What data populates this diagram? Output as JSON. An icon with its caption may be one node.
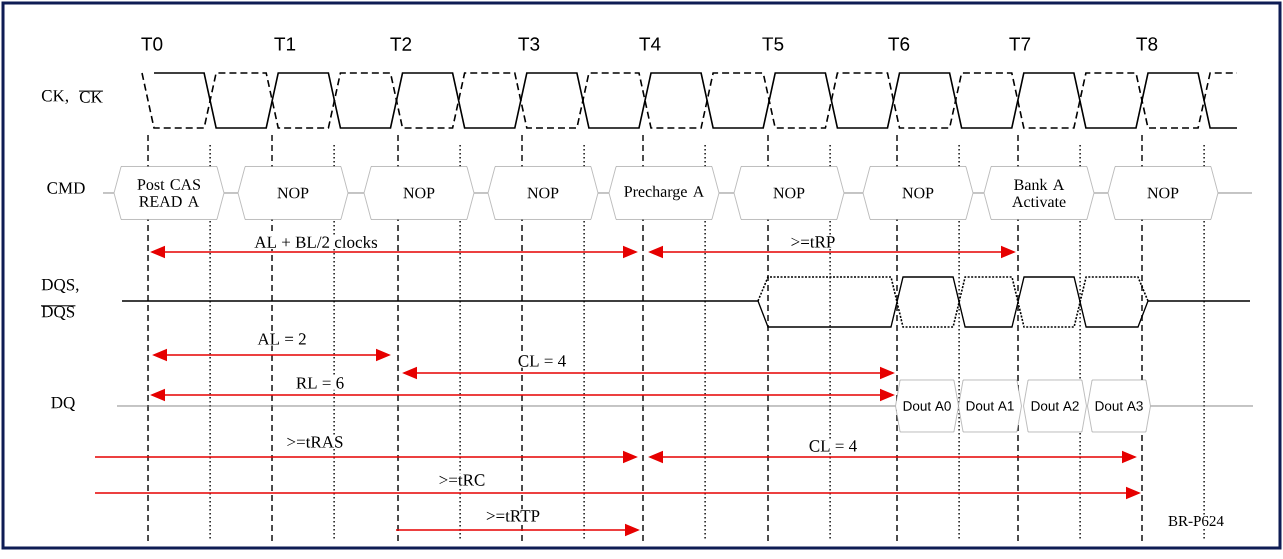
{
  "diagram": {
    "nodes": [
      {
        "text": [
          "Post CAS READ A"
        ]
      },
      {
        "text": [
          "NOP"
        ]
      },
      {
        "text": [
          "NOP"
        ]
      },
      {
        "text": [
          "NOP"
        ]
      },
      {
        "text": [
          "Precharge A"
        ]
      },
      {
        "text": [
          "NOP"
        ]
      },
      {
        "text": [
          "NOP"
        ]
      },
      {
        "text": [
          "Bank A Activate"
        ]
      },
      {
        "text": [
          "NOP"
        ]
      },
      {
        "text": [
          "Dout A0"
        ]
      },
      {
        "text": [
          "Dout A1"
        ]
      },
      {
        "text": [
          "Dout A2"
        ]
      },
      {
        "text": [
          "Dout A3"
        ]
      }
    ],
    "edges": [
      {
        "from": null,
        "to": 0,
        "arrow": "none"
      },
      {
        "from": 0,
        "to": 1,
        "arrow": "none"
      },
      {
        "from": 1,
        "to": 2,
        "arrow": "none"
      },
      {
        "from": 2,
        "to": 3,
        "arrow": "none"
      },
      {
        "from": 3,
        "to": 4,
        "arrow": "none"
      },
      {
        "from": 4,
        "to": 5,
        "arrow": "none"
      },
      {
        "from": 5,
        "to": 6,
        "arrow": "none"
      },
      {
        "from": 6,
        "to": 7,
        "arrow": "none"
      },
      {
        "from": 7,
        "to": 8,
        "arrow": "none"
      },
      {
        "from": 8,
        "to": null,
        "arrow": "none"
      },
      {
        "from": null,
        "to": 9,
        "arrow": "none"
      },
      {
        "from": 12,
        "to": null,
        "arrow": "none"
      }
    ],
    "labels": [
      "T0",
      "T1",
      "T2",
      "T3",
      "T4",
      "T5",
      "T6",
      "T7",
      "T8",
      "CK,",
      "CK",
      "CMD",
      "AL + BL/2 clocks",
      ">=tRP",
      "DQS,",
      "DQS",
      "AL = 2",
      "CL = 4",
      "RL = 6",
      "DQ",
      ">=tRAS",
      "CL = 4",
      ">=tRC",
      ">=tRTP",
      "BR-P624"
    ]
  }
}
